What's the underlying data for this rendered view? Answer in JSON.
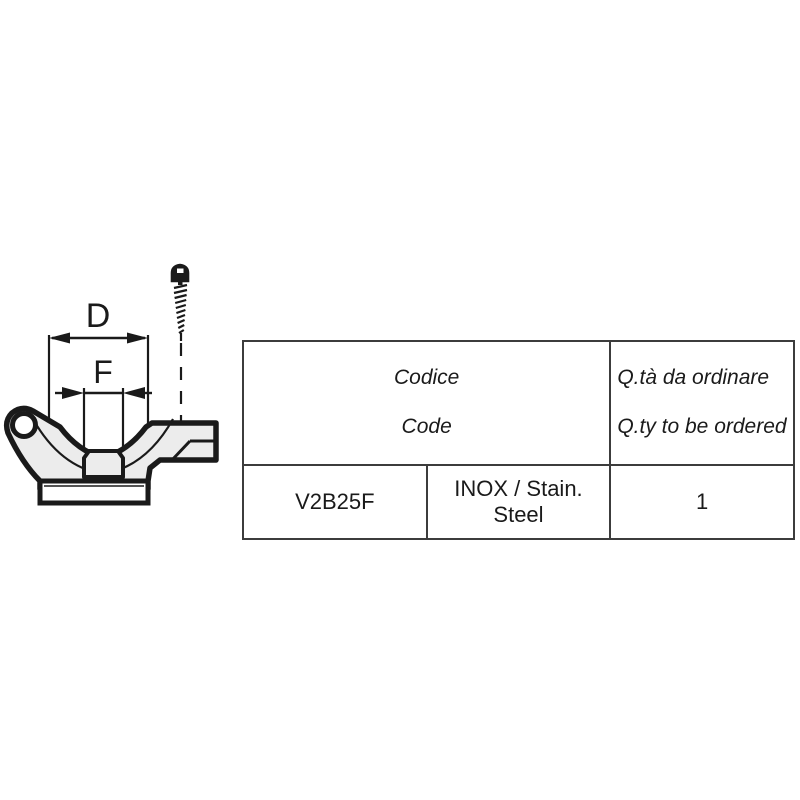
{
  "drawing": {
    "name": "clamp-cross-section-with-screw",
    "dimension_labels": {
      "d": "D",
      "f": "F"
    },
    "colors": {
      "outline": "#1a1a1a",
      "body_fill": "#ececec",
      "background": "#ffffff"
    },
    "parts": {
      "screw": "pan-head-screw",
      "hinge_eye": "hinge-eye-hole",
      "saddle": "curved-saddle-body",
      "nut_boss": "hex-nut-boss",
      "base": "base-plate",
      "right_block": "chamfered-end-block"
    }
  },
  "table": {
    "header": {
      "code_it": "Codice",
      "code_en": "Code",
      "qty_it": "Q.tà da ordinare",
      "qty_en": "Q.ty to be ordered"
    },
    "rows": [
      {
        "code": "V2B25F",
        "material": "INOX / Stain. Steel",
        "quantity": "1"
      }
    ]
  }
}
